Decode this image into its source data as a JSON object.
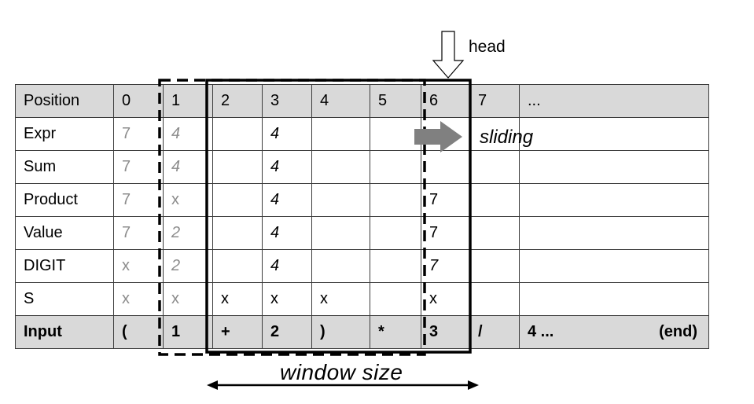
{
  "columns": [
    {
      "label": "Position",
      "width": 125
    },
    {
      "label": "0",
      "width": 63
    },
    {
      "label": "1",
      "width": 63
    },
    {
      "label": "2",
      "width": 63
    },
    {
      "label": "3",
      "width": 63
    },
    {
      "label": "4",
      "width": 74
    },
    {
      "label": "5",
      "width": 65
    },
    {
      "label": "6",
      "width": 62
    },
    {
      "label": "7",
      "width": 63
    },
    {
      "label": "...",
      "width": 241
    }
  ],
  "rows": [
    {
      "type": "header",
      "cells": [
        {
          "t": "Position"
        },
        {
          "t": "0"
        },
        {
          "t": "1"
        },
        {
          "t": "2"
        },
        {
          "t": "3"
        },
        {
          "t": "4"
        },
        {
          "t": "5"
        },
        {
          "t": "6"
        },
        {
          "t": "7"
        },
        {
          "t": "..."
        }
      ]
    },
    {
      "type": "body",
      "cells": [
        {
          "t": "Expr"
        },
        {
          "t": "7",
          "s": "gray"
        },
        {
          "t": "4",
          "s": "gray ital"
        },
        {
          "t": ""
        },
        {
          "t": "4",
          "s": "ital"
        },
        {
          "t": ""
        },
        {
          "t": ""
        },
        {
          "t": ""
        },
        {
          "t": ""
        },
        {
          "t": ""
        }
      ]
    },
    {
      "type": "body",
      "cells": [
        {
          "t": "Sum"
        },
        {
          "t": "7",
          "s": "gray"
        },
        {
          "t": "4",
          "s": "gray ital"
        },
        {
          "t": ""
        },
        {
          "t": "4",
          "s": "ital"
        },
        {
          "t": ""
        },
        {
          "t": ""
        },
        {
          "t": ""
        },
        {
          "t": ""
        },
        {
          "t": ""
        }
      ]
    },
    {
      "type": "body",
      "cells": [
        {
          "t": "Product"
        },
        {
          "t": "7",
          "s": "gray"
        },
        {
          "t": "x",
          "s": "gray"
        },
        {
          "t": ""
        },
        {
          "t": "4",
          "s": "ital"
        },
        {
          "t": ""
        },
        {
          "t": ""
        },
        {
          "t": "7"
        },
        {
          "t": ""
        },
        {
          "t": ""
        }
      ]
    },
    {
      "type": "body",
      "cells": [
        {
          "t": "Value"
        },
        {
          "t": "7",
          "s": "gray"
        },
        {
          "t": "2",
          "s": "gray ital"
        },
        {
          "t": ""
        },
        {
          "t": "4",
          "s": "ital"
        },
        {
          "t": ""
        },
        {
          "t": ""
        },
        {
          "t": "7"
        },
        {
          "t": ""
        },
        {
          "t": ""
        }
      ]
    },
    {
      "type": "body",
      "cells": [
        {
          "t": "DIGIT"
        },
        {
          "t": "x",
          "s": "gray"
        },
        {
          "t": "2",
          "s": "gray ital"
        },
        {
          "t": ""
        },
        {
          "t": "4",
          "s": "ital"
        },
        {
          "t": ""
        },
        {
          "t": ""
        },
        {
          "t": "7",
          "s": "ital"
        },
        {
          "t": ""
        },
        {
          "t": ""
        }
      ]
    },
    {
      "type": "body",
      "cells": [
        {
          "t": "S"
        },
        {
          "t": "x",
          "s": "gray"
        },
        {
          "t": "x",
          "s": "gray"
        },
        {
          "t": "x"
        },
        {
          "t": "x"
        },
        {
          "t": "x"
        },
        {
          "t": ""
        },
        {
          "t": "x"
        },
        {
          "t": ""
        },
        {
          "t": ""
        }
      ]
    },
    {
      "type": "input",
      "cells": [
        {
          "t": "Input"
        },
        {
          "t": "("
        },
        {
          "t": "1"
        },
        {
          "t": "+"
        },
        {
          "t": "2"
        },
        {
          "t": ")"
        },
        {
          "t": "*"
        },
        {
          "t": "3"
        },
        {
          "t": "/"
        },
        {
          "t": "4 ...",
          "r": "(end)"
        }
      ]
    }
  ],
  "labels": {
    "head": "head",
    "sliding": "sliding",
    "window_size": "window size"
  },
  "colors": {
    "header_fill": "#d9d9d9",
    "grid_line": "#3c3c3c",
    "gray_text": "#8c8c8c",
    "slide_arrow": "#808080"
  }
}
